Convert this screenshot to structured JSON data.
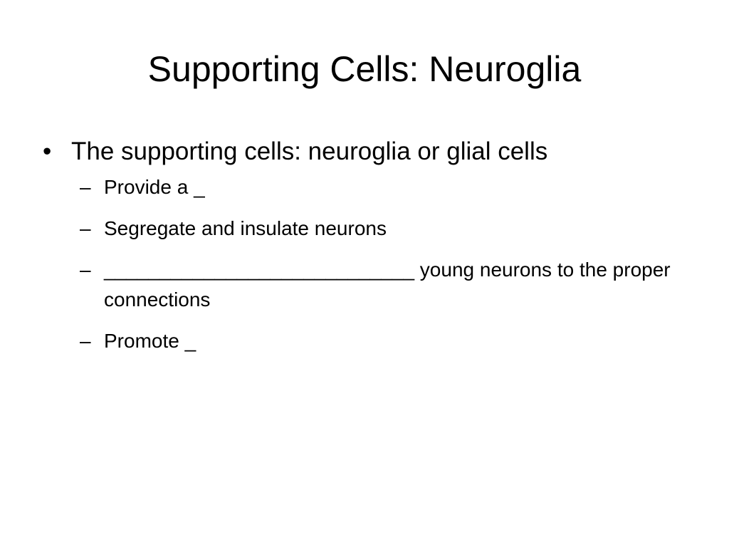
{
  "slide": {
    "title": "Supporting Cells: Neuroglia",
    "bullet_mark": "•",
    "sub_mark": "–",
    "bullets": [
      {
        "text": "The supporting cells: neuroglia or glial cells",
        "subitems": [
          "Provide a _",
          "Segregate and insulate neurons",
          "____________________________ young neurons to the proper connections",
          "Promote _"
        ]
      }
    ]
  }
}
